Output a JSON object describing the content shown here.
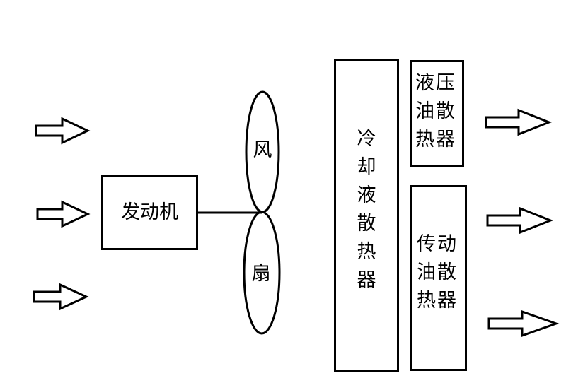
{
  "engine": {
    "label": "发动机"
  },
  "fan": {
    "top_label": "风",
    "bottom_label": "扇"
  },
  "coolant_radiator": {
    "label": "冷却液散热器"
  },
  "hydraulic_oil_radiator": {
    "label": "液压油散热器"
  },
  "transmission_oil_radiator": {
    "label": "传动油散热器"
  },
  "colors": {
    "stroke": "#000000",
    "background": "#ffffff"
  }
}
